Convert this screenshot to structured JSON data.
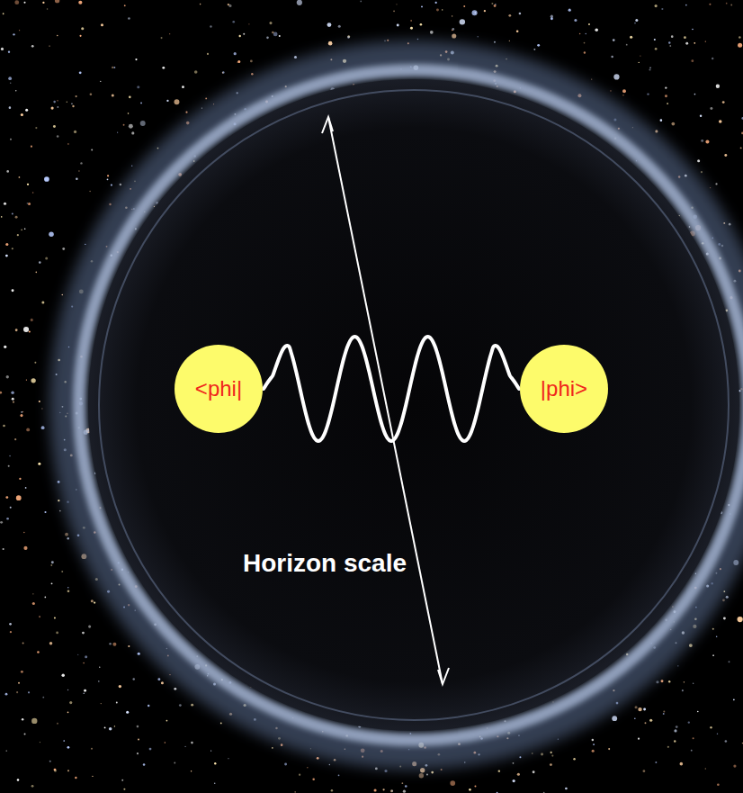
{
  "diagram": {
    "nodes": [
      {
        "text": [
          "<phi|"
        ]
      },
      {
        "text": [
          "|phi>"
        ]
      }
    ],
    "edges": [
      {
        "from": 0,
        "to": 1,
        "arrow": "none"
      }
    ],
    "labels": [
      "Horizon scale"
    ]
  }
}
